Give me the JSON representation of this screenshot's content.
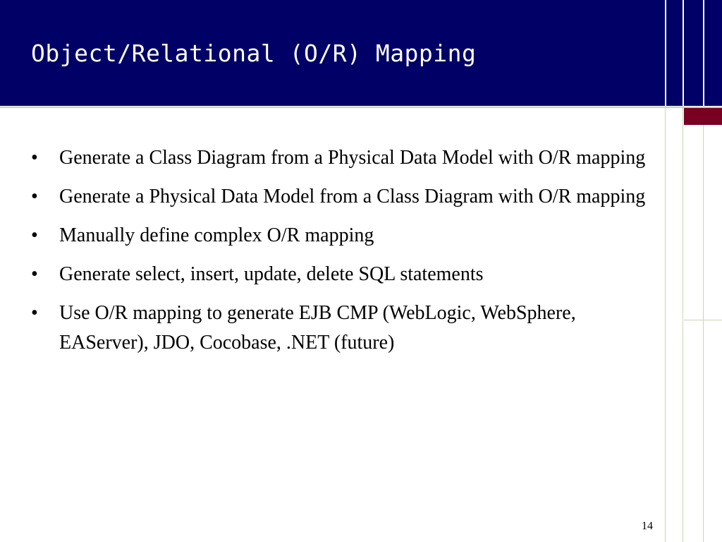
{
  "slide": {
    "title": "Object/Relational (O/R) Mapping",
    "bullet_symbol": "•",
    "bullets": [
      "Generate a Class Diagram from a Physical Data Model with O/R mapping",
      "Generate a Physical Data Model from a Class Diagram with O/R mapping",
      "Manually define complex O/R mapping",
      "Generate select, insert, update, delete SQL statements",
      "Use O/R mapping to generate EJB CMP (WebLogic, WebSphere, EAServer), JDO, Cocobase, .NET (future)"
    ],
    "page_number": "14"
  },
  "colors": {
    "title_bar": "#000066",
    "title_text": "#ffffff",
    "accent": "#7a0022",
    "rule_lines": "#c9d6b4",
    "body_text": "#000000"
  }
}
